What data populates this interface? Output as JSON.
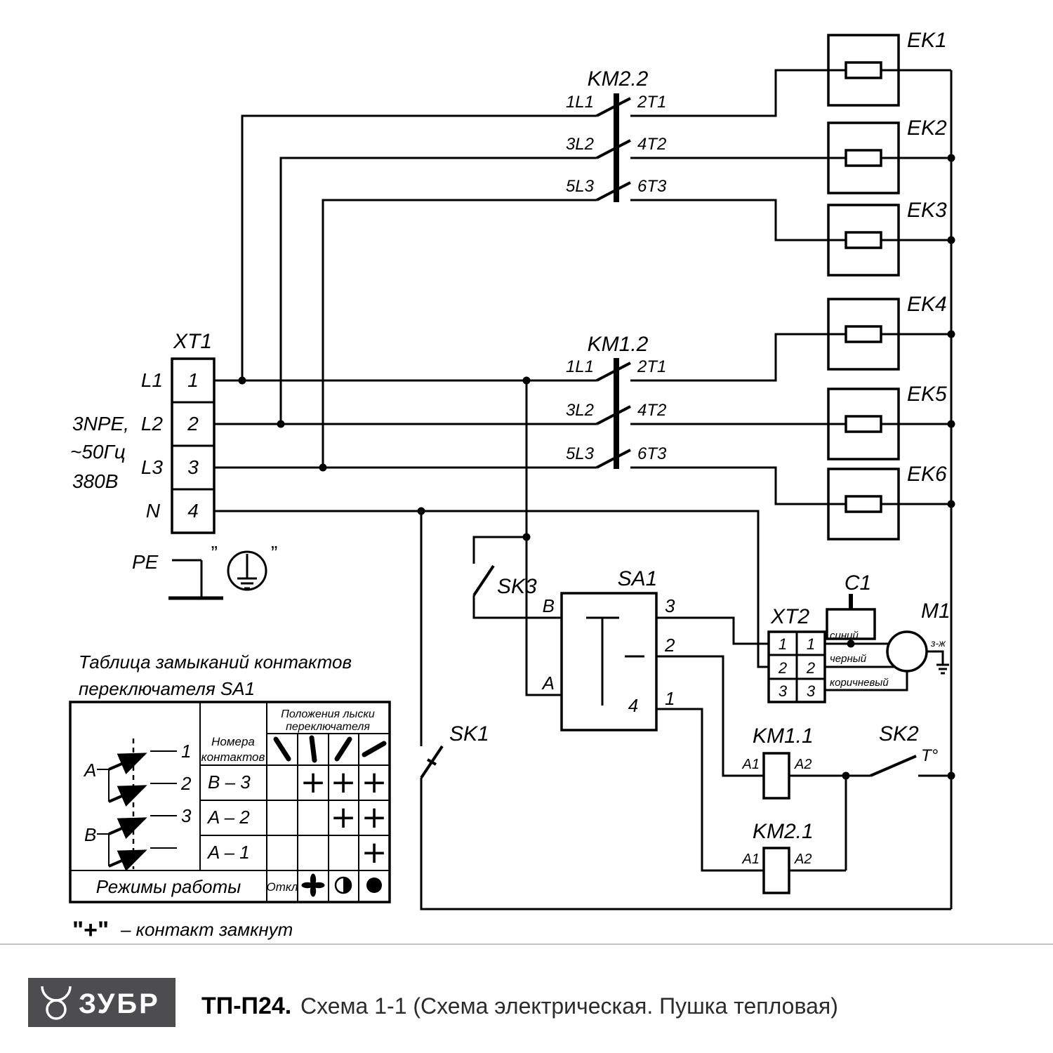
{
  "diagram": {
    "xt1": {
      "label": "XT1",
      "terminals": [
        "1",
        "2",
        "3",
        "4"
      ],
      "phases": [
        "L1",
        "L2",
        "L3",
        "N"
      ],
      "supply": [
        "3NPE,",
        "~50Гц",
        "380В"
      ],
      "pe_label": "PE",
      "pe_mark": "”"
    },
    "km22": {
      "label": "KM2.2",
      "poles": [
        {
          "in": "1L1",
          "out": "2T1"
        },
        {
          "in": "3L2",
          "out": "4T2"
        },
        {
          "in": "5L3",
          "out": "6T3"
        }
      ]
    },
    "km12": {
      "label": "KM1.2",
      "poles": [
        {
          "in": "1L1",
          "out": "2T1"
        },
        {
          "in": "3L2",
          "out": "4T2"
        },
        {
          "in": "5L3",
          "out": "6T3"
        }
      ]
    },
    "heaters": [
      {
        "label": "EK1"
      },
      {
        "label": "EK2"
      },
      {
        "label": "EK3"
      },
      {
        "label": "EK4"
      },
      {
        "label": "EK5"
      },
      {
        "label": "EK6"
      }
    ],
    "sk3": {
      "label": "SK3"
    },
    "sa1": {
      "label": "SA1",
      "in_b": "B",
      "in_a": "A",
      "out_3": "3",
      "out_2": "2",
      "out_1": "1",
      "contact_4": "4"
    },
    "xt2": {
      "label": "XT2",
      "left": [
        "1",
        "2",
        "3"
      ],
      "right": [
        "1",
        "2",
        "3"
      ]
    },
    "c1": {
      "label": "C1"
    },
    "m1": {
      "label": "M1",
      "wire_blue": "синий",
      "wire_black": "черный",
      "wire_brown": "коричневый",
      "wire_ground": "з-ж"
    },
    "sk1": {
      "label": "SK1"
    },
    "km11": {
      "label": "KM1.1",
      "a1": "A1",
      "a2": "A2"
    },
    "sk2": {
      "label": "SK2",
      "t_mark": "T°"
    },
    "km21": {
      "label": "KM2.1",
      "a1": "A1",
      "a2": "A2"
    }
  },
  "table": {
    "title": [
      "Таблица замыканий контактов",
      "переключателя SA1"
    ],
    "contacts_header": [
      "Номера",
      "контактов"
    ],
    "positions_header": [
      "Положения лыски",
      "переключателя"
    ],
    "diagram": {
      "a": "A",
      "b": "B",
      "n1": "1",
      "n2": "2",
      "n3": "3"
    },
    "rows": [
      {
        "label": "B – 3",
        "cells": [
          "",
          "+",
          "+",
          "+"
        ]
      },
      {
        "label": "A – 2",
        "cells": [
          "",
          "",
          "+",
          "+"
        ]
      },
      {
        "label": "A – 1",
        "cells": [
          "",
          "",
          "",
          "+"
        ]
      }
    ],
    "modes_label": "Режимы работы",
    "mode_off": "Откл",
    "legend_mark": "\"+\"",
    "legend_text": "– контакт замкнут"
  },
  "footer": {
    "brand": "ЗУБР",
    "model": "ТП-П24.",
    "caption": "Схема 1-1 (Схема электрическая. Пушка тепловая)"
  }
}
